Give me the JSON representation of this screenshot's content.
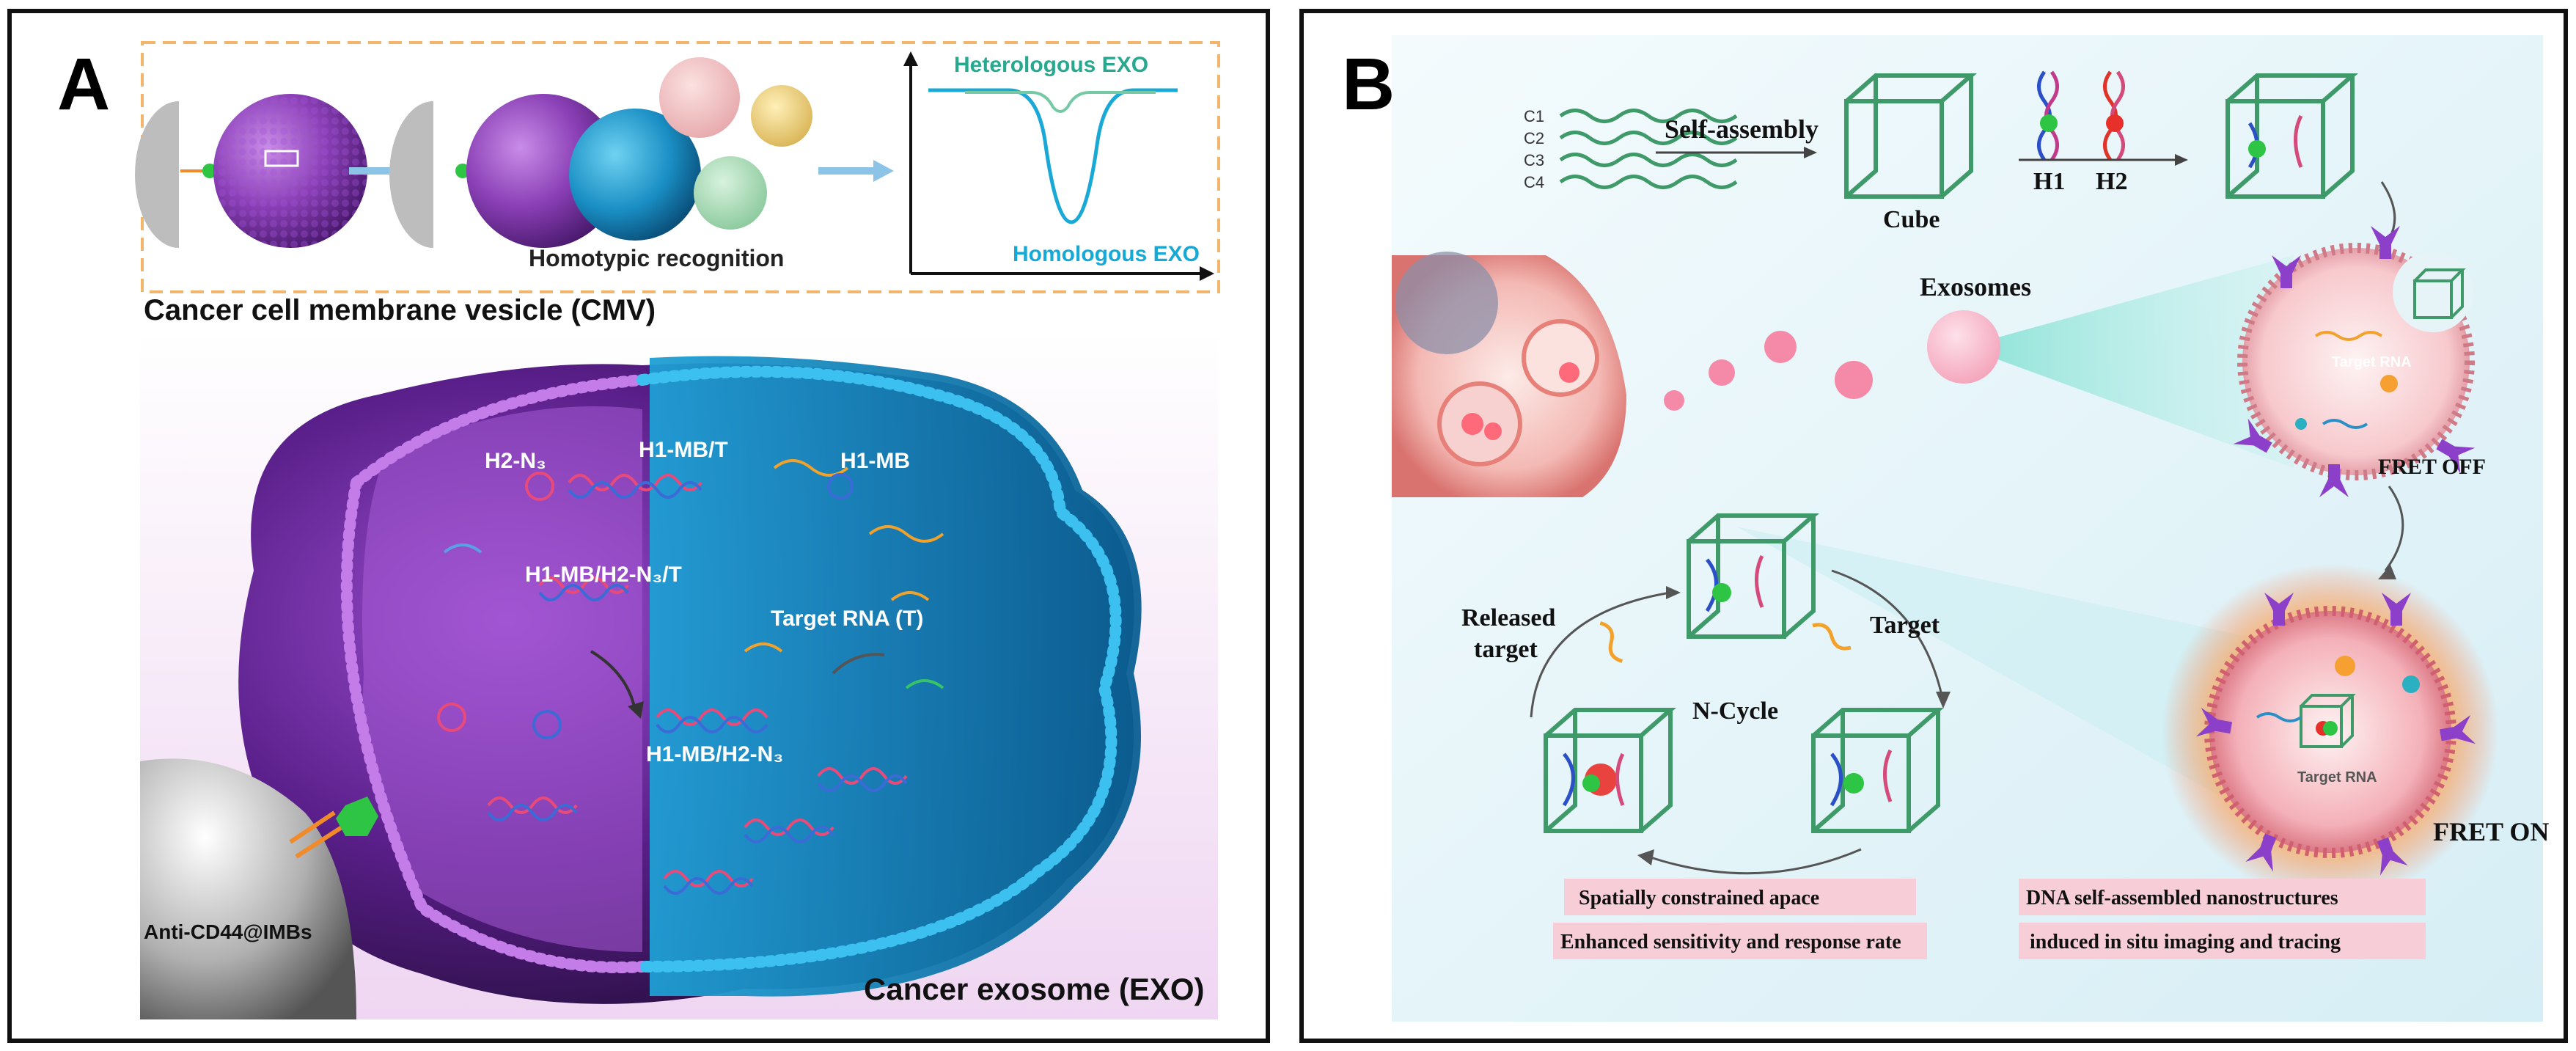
{
  "panel_a": {
    "letter": "A",
    "inset_caption": "Homotypic recognition",
    "membrane_caption": "Cancer cell membrane vesicle (CMV)",
    "graph_heterologous": "Heterologous EXO",
    "graph_homologous": "Homologous EXO",
    "label_h2n3": "H2-N₃",
    "label_h1mbt": "H1-MB/T",
    "label_h1mb": "H1-MB",
    "label_h1mb_h2n3_t": "H1-MB/H2-N₃/T",
    "label_target": "Target RNA (T)",
    "label_h1mb_h2n3": "H1-MB/H2-N₃",
    "label_beads": "Anti-CD44@IMBs",
    "exosome_caption": "Cancer exosome (EXO)",
    "colors": {
      "cmv_purple": "#8a3fb5",
      "exo_blue": "#1aa7d6",
      "membrane_cyan": "#29b6e6"
    }
  },
  "panel_b": {
    "letter": "B",
    "strands": [
      "C1",
      "C2",
      "C3",
      "C4"
    ],
    "self_assembly": "Self-assembly",
    "cube": "Cube",
    "h1": "H1",
    "h2": "H2",
    "exosomes": "Exosomes",
    "target_rna_off": "Target RNA",
    "fret_off": "FRET OFF",
    "released_target_1": "Released",
    "released_target_2": "target",
    "target": "Target",
    "ncycle": "N-Cycle",
    "target_rna_on": "Target RNA",
    "fret_on": "FRET ON",
    "box1": "Spatially constrained apace",
    "box2": "DNA self-assembled nanostructures",
    "box3": "Enhanced sensitivity and response rate",
    "box4": "induced in situ imaging and tracing",
    "colors": {
      "cube_green": "#3f9a6a",
      "box_pink": "#f7cdd8",
      "bg_blue": "#e6f3f7"
    }
  }
}
